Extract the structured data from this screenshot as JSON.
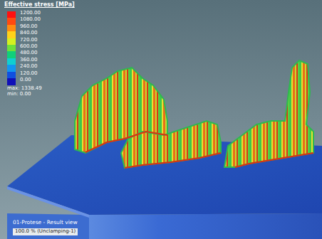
{
  "diagram": {
    "title": "Effective stress [MPa]",
    "labels": [
      "max: 1338.49",
      "min: 0.00",
      "01-Protese - Result view",
      "100.0 % (Unclamping-1)"
    ],
    "legend": [
      {
        "text": "1200.00",
        "color": "#ff1010"
      },
      {
        "text": "1080.00",
        "color": "#ff4a10"
      },
      {
        "text": "960.00",
        "color": "#ff8c10"
      },
      {
        "text": "840.00",
        "color": "#ffd21a"
      },
      {
        "text": "720.00",
        "color": "#d4f020"
      },
      {
        "text": "600.00",
        "color": "#6ee03a"
      },
      {
        "text": "480.00",
        "color": "#10d07a"
      },
      {
        "text": "360.00",
        "color": "#10cfd0"
      },
      {
        "text": "240.00",
        "color": "#1296f0"
      },
      {
        "text": "120.00",
        "color": "#1050e0"
      },
      {
        "text": "0.00",
        "color": "#1010b8"
      }
    ]
  }
}
